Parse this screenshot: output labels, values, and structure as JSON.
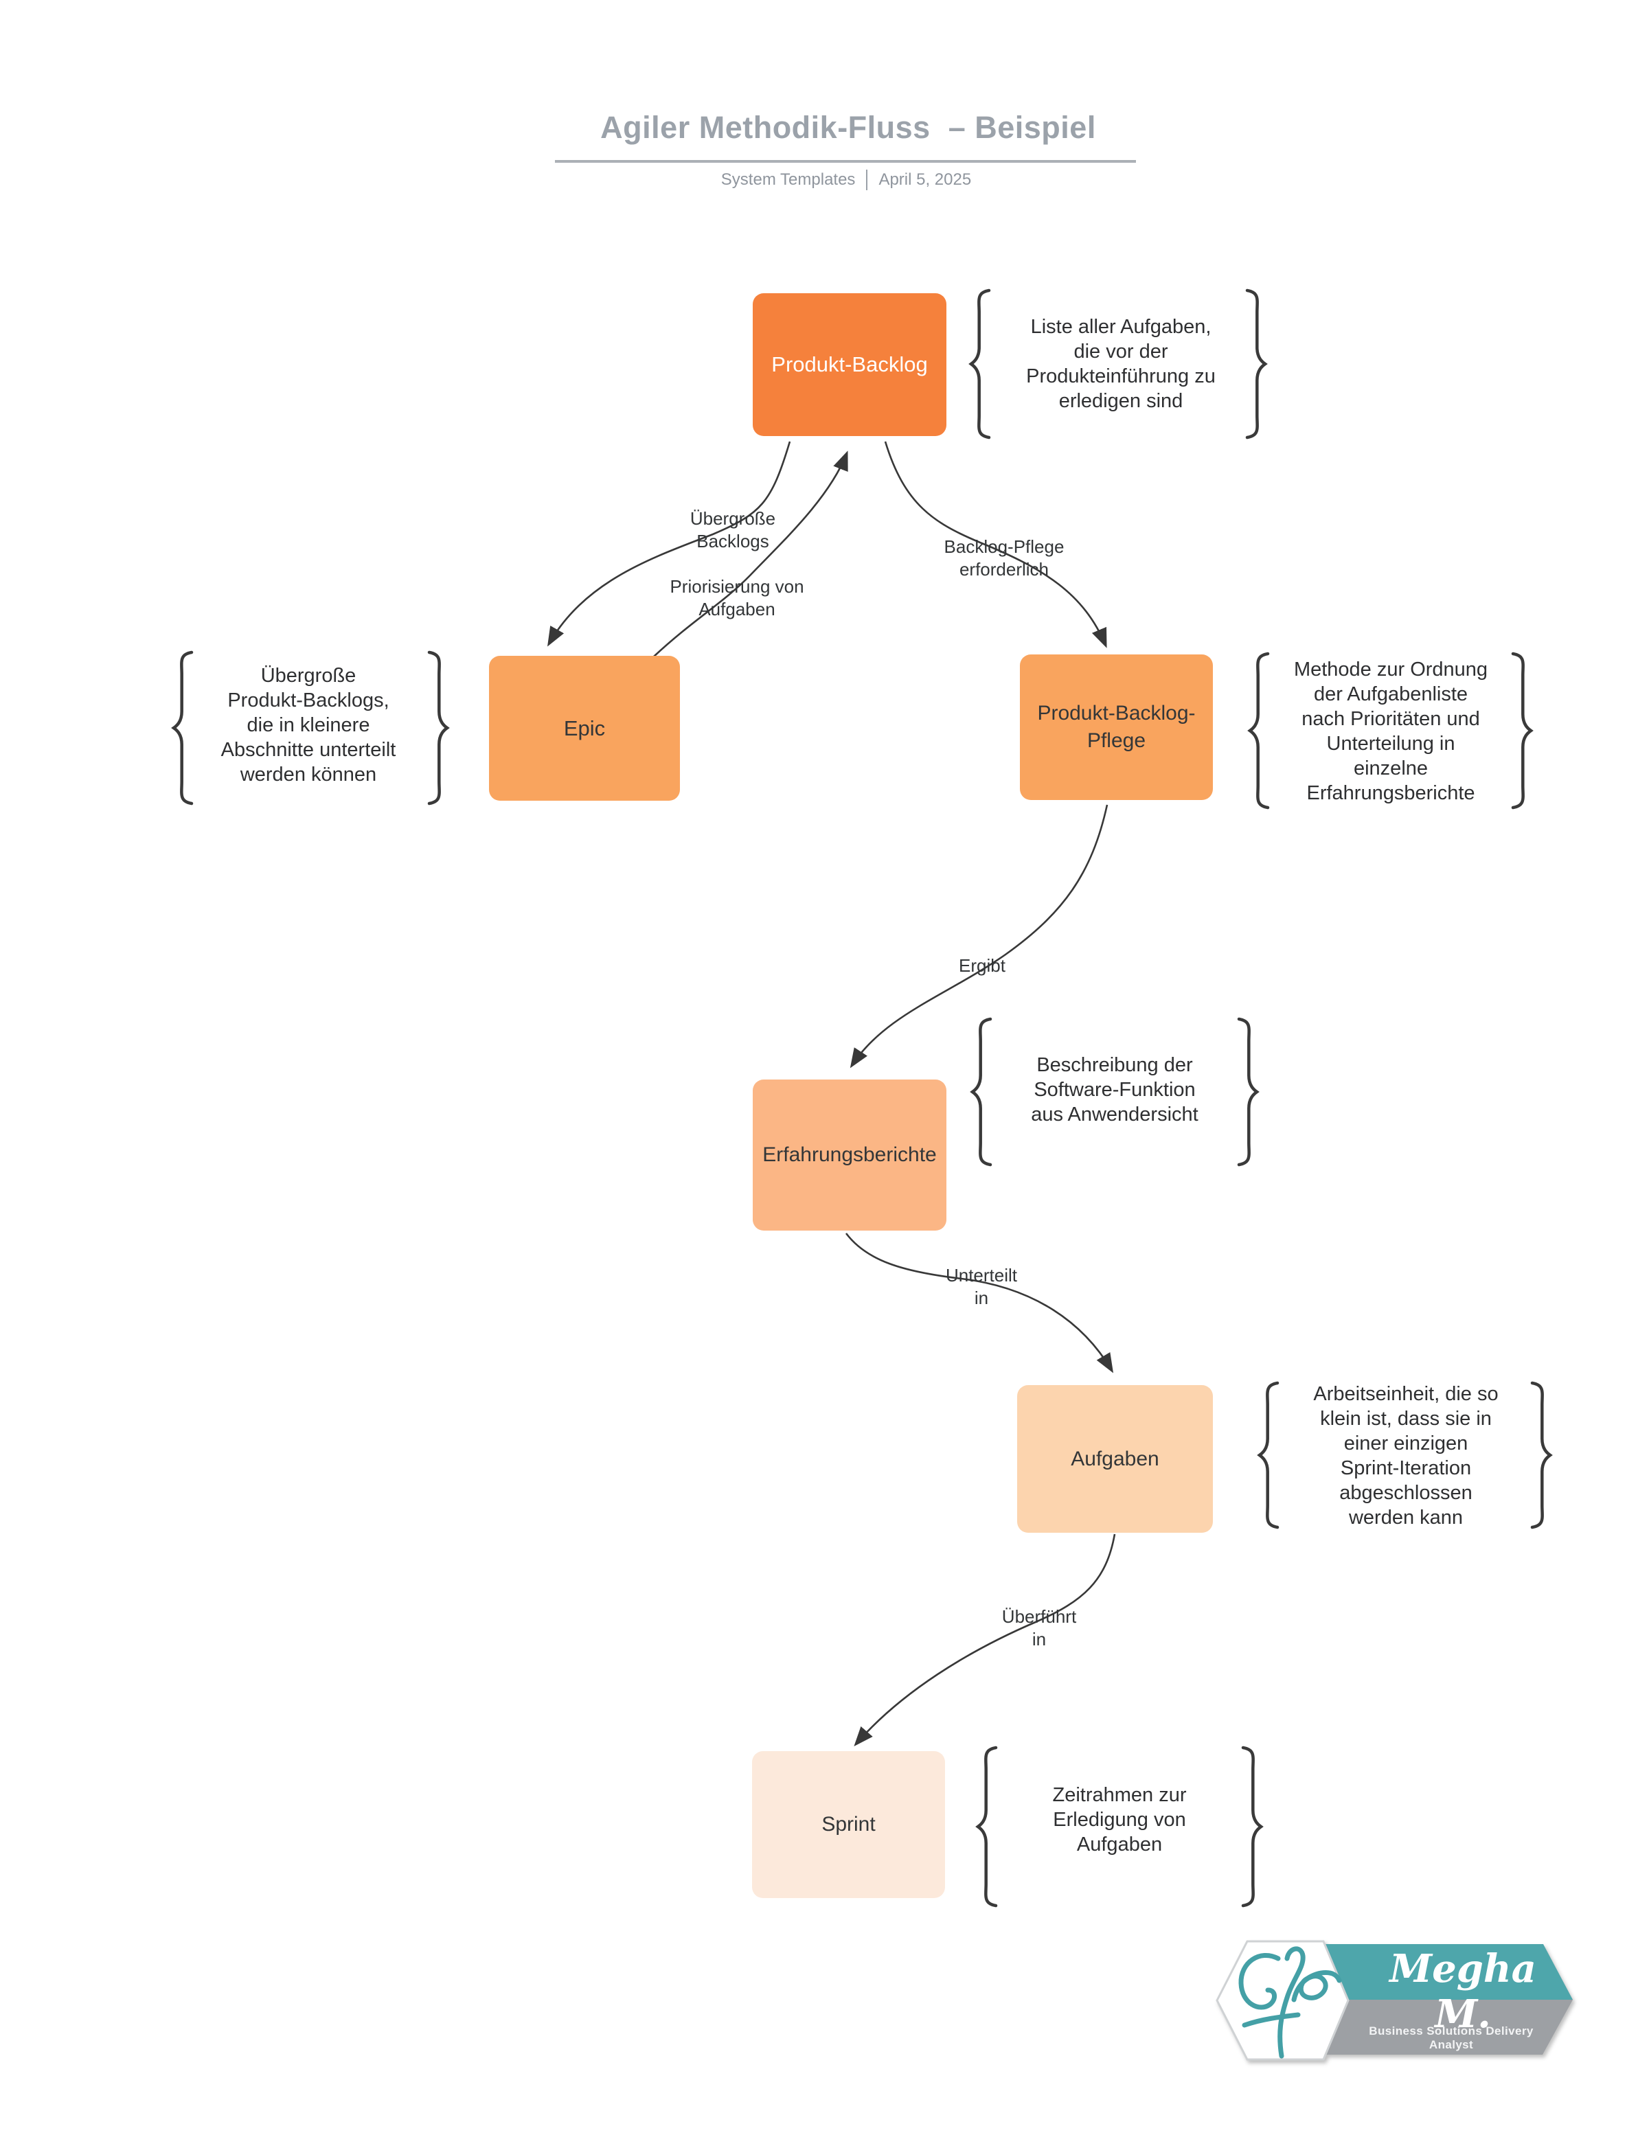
{
  "header": {
    "title": "Agiler Methodik-Fluss  – Beispiel",
    "brand": "System Templates",
    "date": "April 5, 2025"
  },
  "nodes": [
    {
      "id": "produkt-backlog",
      "label": "Produkt-Backlog",
      "color": "#F5813C",
      "text_color": "#FFFFFF",
      "annotation": "Liste aller Aufgaben,\ndie vor der\nProdukteinführung zu\nerledigen sind"
    },
    {
      "id": "epic",
      "label": "Epic",
      "color": "#F9A45E",
      "text_color": "#333638",
      "annotation": "Übergroße\nProdukt-Backlogs,\ndie in kleinere\nAbschnitte unterteilt\nwerden können"
    },
    {
      "id": "produkt-backlog-pflege",
      "label": "Produkt-Backlog-\nPflege",
      "color": "#F9A45E",
      "text_color": "#333638",
      "annotation": "Methode zur Ordnung\nder Aufgabenliste\nnach Prioritäten und\nUnterteilung in\neinzelne\nErfahrungsberichte"
    },
    {
      "id": "erfahrungsberichte",
      "label": "Erfahrungsberichte",
      "color": "#FBB685",
      "text_color": "#333638",
      "annotation": "Beschreibung der\nSoftware-Funktion\naus Anwendersicht"
    },
    {
      "id": "aufgaben",
      "label": "Aufgaben",
      "color": "#FCD4AE",
      "text_color": "#333638",
      "annotation": "Arbeitseinheit, die so\nklein ist, dass sie in\neiner einzigen\nSprint-Iteration\nabgeschlossen\nwerden kann"
    },
    {
      "id": "sprint",
      "label": "Sprint",
      "color": "#FCE9DB",
      "text_color": "#333638",
      "annotation": "Zeitrahmen zur\nErledigung von\nAufgaben"
    }
  ],
  "edges": [
    {
      "from": "produkt-backlog",
      "to": "epic",
      "label": "Übergroße\nBacklogs"
    },
    {
      "from": "epic",
      "to": "produkt-backlog",
      "label": "Priorisierung von\nAufgaben"
    },
    {
      "from": "produkt-backlog",
      "to": "produkt-backlog-pflege",
      "label": "Backlog-Pflege\nerforderlich"
    },
    {
      "from": "produkt-backlog-pflege",
      "to": "erfahrungsberichte",
      "label": "Ergibt"
    },
    {
      "from": "erfahrungsberichte",
      "to": "aufgaben",
      "label": "Unterteilt\nin"
    },
    {
      "from": "aufgaben",
      "to": "sprint",
      "label": "Überführt\nin"
    }
  ],
  "logo": {
    "name": "Megha M.",
    "tagline": "Business Solutions Delivery Analyst",
    "monogram_icon": "signature-monogram-icon",
    "teal": "#4EA6AB",
    "gray": "#9DA0A4"
  },
  "colors": {
    "title_gray": "#9BA2AA",
    "stroke_dark": "#383838",
    "background": "#FFFFFF"
  }
}
